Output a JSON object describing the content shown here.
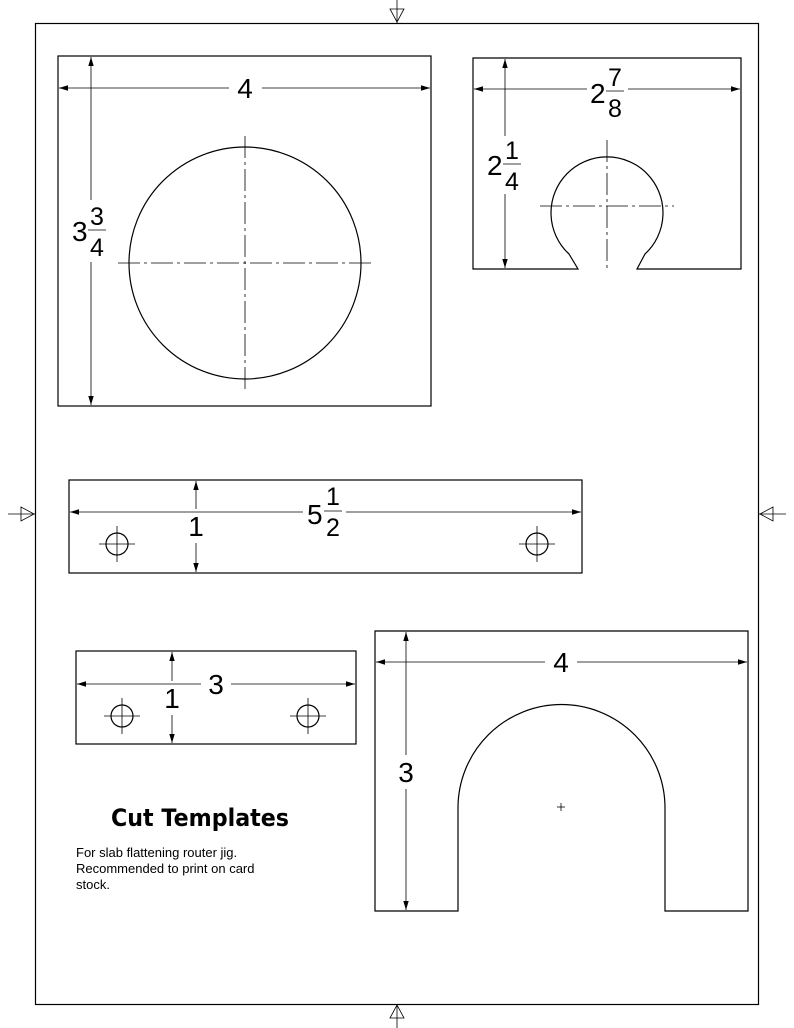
{
  "templates": {
    "square_plate": {
      "width": "4",
      "height_whole": "3",
      "height_num": "3",
      "height_den": "4"
    },
    "slot_plate": {
      "width_whole": "2",
      "width_num": "7",
      "width_den": "8",
      "height_whole": "2",
      "height_num": "1",
      "height_den": "4"
    },
    "long_bar": {
      "length_whole": "5",
      "length_num": "1",
      "length_den": "2",
      "height": "1"
    },
    "short_bar": {
      "length": "3",
      "height": "1"
    },
    "arch_plate": {
      "width": "4",
      "height": "3"
    }
  },
  "title": "Cut Templates",
  "note_lines": [
    "For slab flattening router jig.",
    "Recommended to print on card",
    "stock."
  ]
}
